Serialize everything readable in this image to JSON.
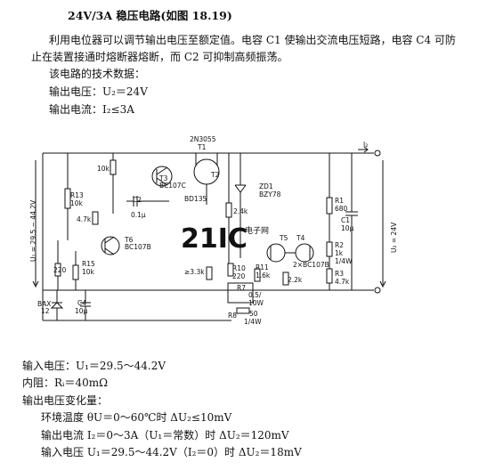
{
  "title": "24V/3A 稳压电路(如图 18.19)",
  "para1_line1": "利用电位器可以调节输出电压至额定值。电容 C1 使输出交流电压短路，电容 C4 可防",
  "para1_line2": "止在装置接通时熔断器熔断，而 C2 可抑制高频振荡。",
  "spec_heading": "该电路的技术数据：",
  "out_voltage": "输出电压：U₂＝24V",
  "out_current": "输出电流：I₂≤3A",
  "in_voltage": "输入电压：U₁＝29.5～44.2V",
  "internal_res": "内阻：Rᵢ＝40mΩ",
  "var_heading": "输出电压变化量：",
  "var_temp": "环境温度 θU＝0～60℃时 ΔU₂≤10mV",
  "var_current": "输出电流 I₂＝0～3A（U₁＝常数）时 ΔU₂＝120mV",
  "var_input": "输入电压 U₁＝29.5～44.2V（I₂＝0）时 ΔU₂＝18mV",
  "watermark": "21IC",
  "watermark_sub": "电子网",
  "schematic": {
    "t1_model": "2N3055",
    "t1": "T1",
    "t2": "T2",
    "r_10k": "10k",
    "t3": "T3",
    "t3_model": "BC107C",
    "c2": "C2",
    "c2_val": "0.1μ",
    "bd135": "BD135",
    "r13": "R13",
    "r13_val": "10k",
    "r_4k7": "4.7k",
    "t6": "T6",
    "t6_model": "BC107B",
    "u1_label": "U₁ = 29.5 ~ 44.2V",
    "zd1": "ZD1",
    "zd1_model": "BZY78",
    "r_2k4": "2.4k",
    "r1": "R1",
    "r1_val": "680",
    "c1": "C1",
    "c1_val": "10μ",
    "i2": "I₂",
    "u2_label": "U₂ = 24V",
    "t5": "T5",
    "t4": "T4",
    "t45_model": "2×BC107B",
    "r2": "R2",
    "r2_val": "1k",
    "r2_pow": "1/4W",
    "r3": "R3",
    "r3_val": "4.7k",
    "r_2k2": "2.2k",
    "r11": "R11",
    "r11_val": "1.6k",
    "r10": "R10",
    "r10_val": "220",
    "r_3k3": "≥3.3k",
    "r7": "R7",
    "r7_val": "0.5/",
    "r7_pow": "10W",
    "r8": "R8",
    "r8_val": "50",
    "r8_pow": "1/4W",
    "r_220": "220",
    "r15": "R15",
    "r15_val": "10k",
    "c4": "C4",
    "c4_val": "10μ",
    "bax": "BAX",
    "bax_val": "12"
  }
}
